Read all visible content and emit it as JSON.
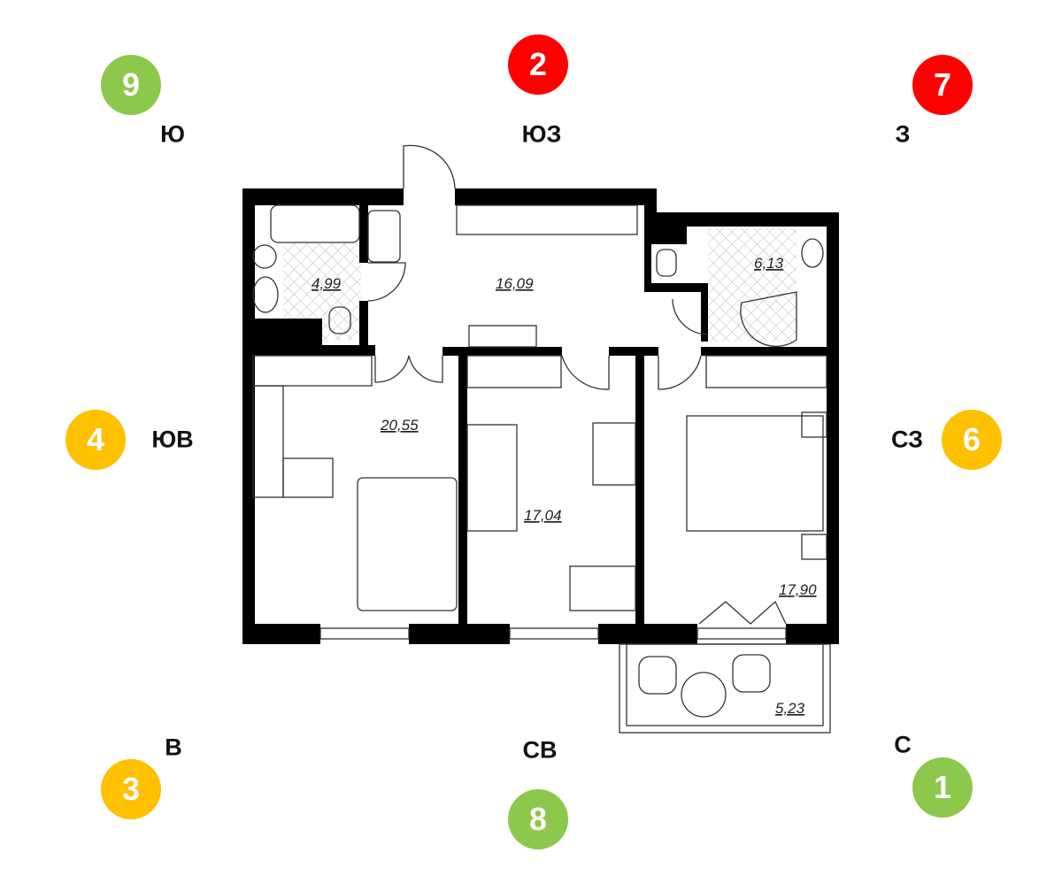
{
  "colors": {
    "green": "#8cc84b",
    "red": "#ff0000",
    "yellow": "#ffc000"
  },
  "directions": [
    {
      "number": "9",
      "label": "Ю",
      "color": "green"
    },
    {
      "number": "2",
      "label": "ЮЗ",
      "color": "red"
    },
    {
      "number": "7",
      "label": "З",
      "color": "red"
    },
    {
      "number": "4",
      "label": "ЮВ",
      "color": "yellow"
    },
    {
      "number": "6",
      "label": "СЗ",
      "color": "yellow"
    },
    {
      "number": "3",
      "label": "В",
      "color": "yellow"
    },
    {
      "number": "8",
      "label": "СВ",
      "color": "green"
    },
    {
      "number": "1",
      "label": "С",
      "color": "green"
    }
  ],
  "rooms": {
    "bathroom_left": "4,99",
    "hallway": "16,09",
    "bathroom_right": "6,13",
    "kitchen": "20,55",
    "bedroom_middle": "17,04",
    "bedroom_right": "17,90",
    "balcony": "5,23"
  }
}
